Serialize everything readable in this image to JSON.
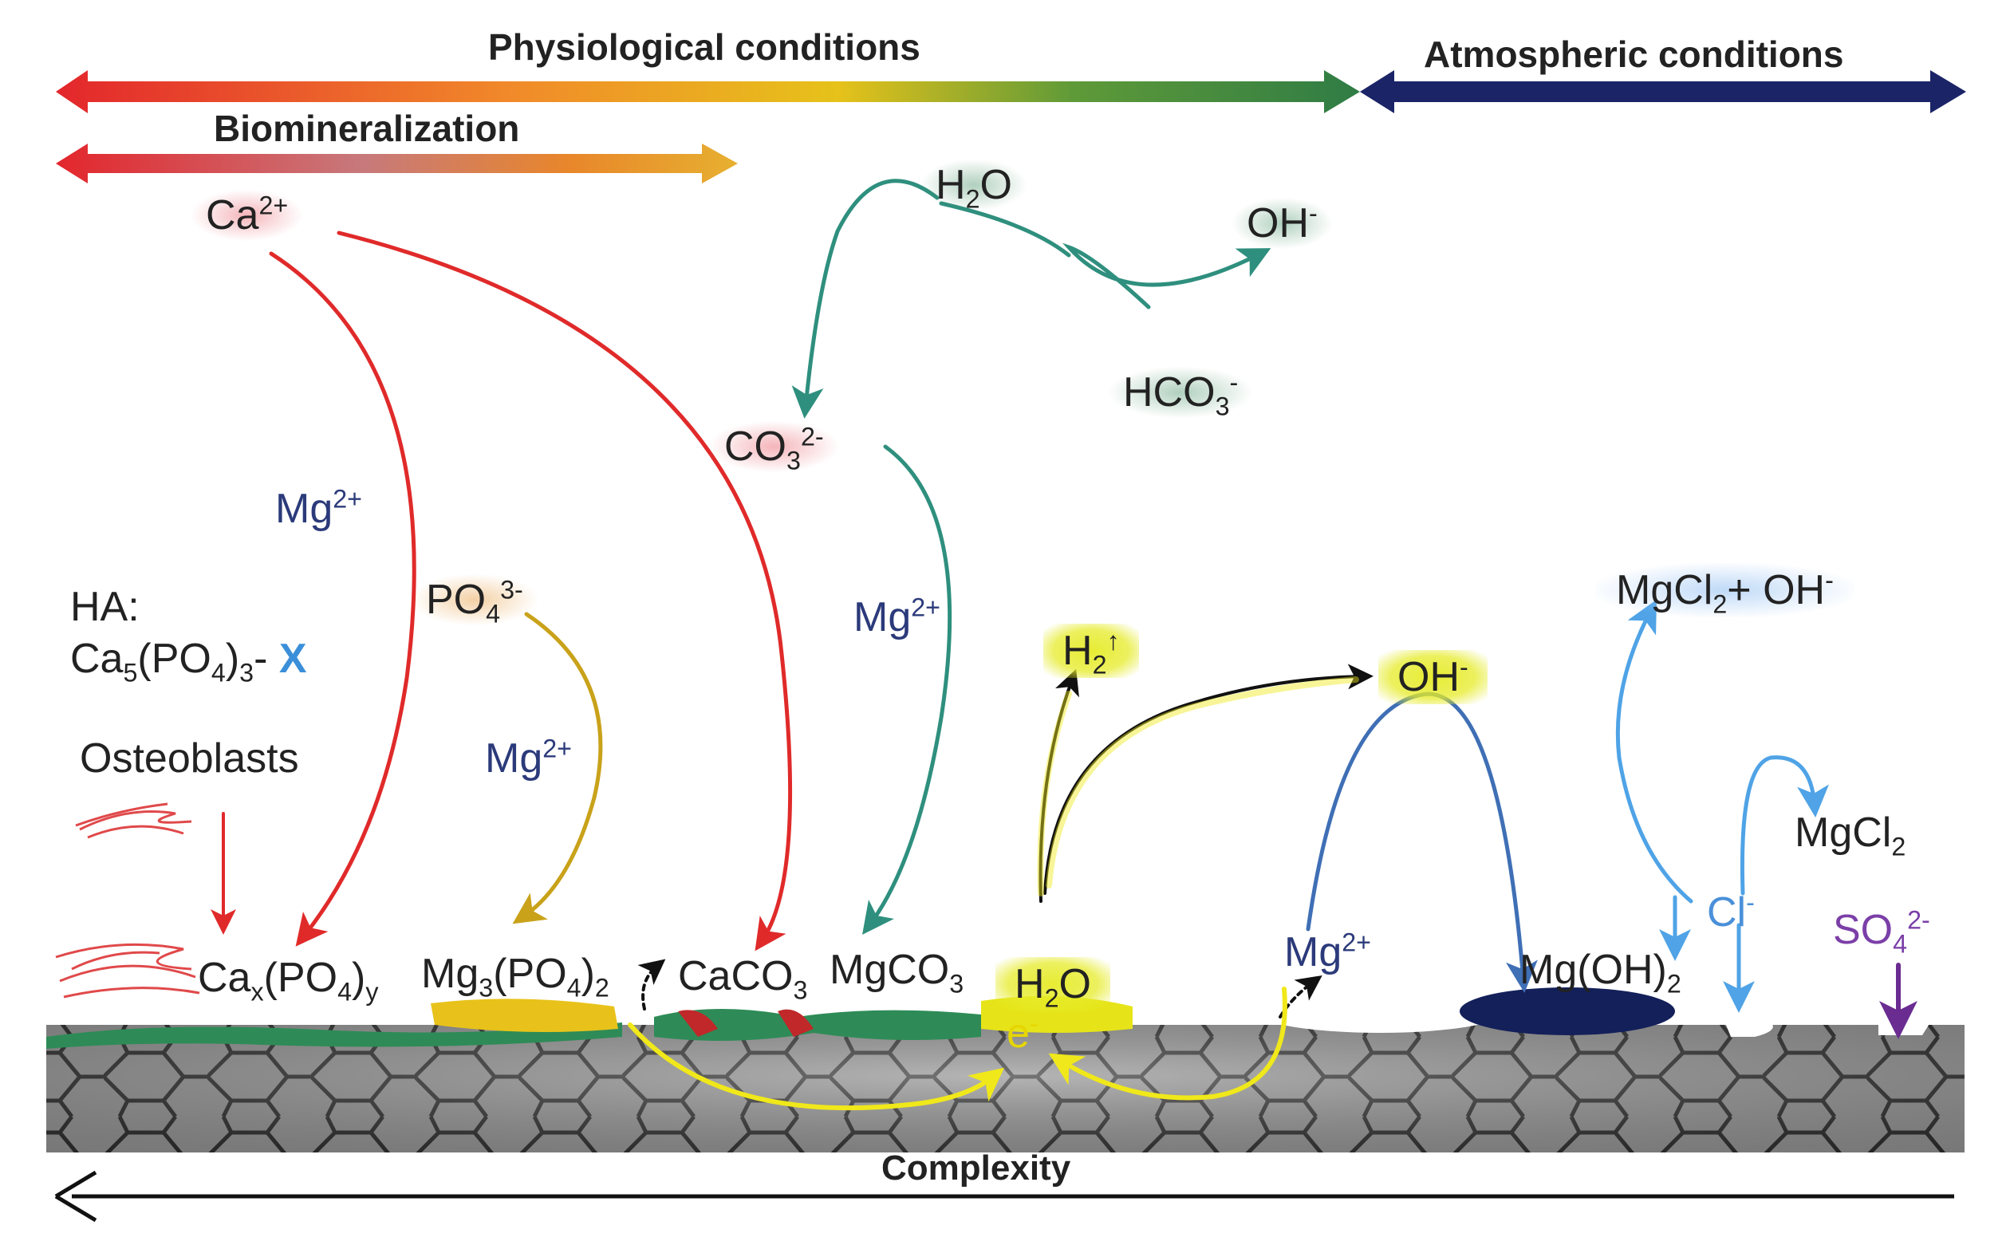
{
  "top_labels": {
    "physiological": "Physiological  conditions",
    "atmospheric": "Atmospheric conditions",
    "biomineralization": "Biomineralization",
    "complexity": "Complexity"
  },
  "species": {
    "ca": {
      "base": "Ca",
      "sup": "2+"
    },
    "h2o_top": {
      "pre": "H",
      "sub": "2",
      "post": "O"
    },
    "oh_top": {
      "base": "OH",
      "sup": "-"
    },
    "hco3": {
      "pre": "HCO",
      "sub": "3",
      "sup": "-"
    },
    "co3": {
      "pre": "CO",
      "sub": "3",
      "sup": "2-"
    },
    "mg_left": {
      "base": "Mg",
      "sup": "2+"
    },
    "po4": {
      "pre": "PO",
      "sub": "4",
      "sup": "3-"
    },
    "mg_mid": {
      "base": "Mg",
      "sup": "2+"
    },
    "mg_po4_arrow": {
      "base": "Mg",
      "sup": "2+"
    },
    "h2_gas": {
      "pre": "H",
      "sub": "2",
      "sup": "↑"
    },
    "oh_yellow": {
      "base": "OH",
      "sup": "-"
    },
    "mgcl2_oh": {
      "pre": "MgCl",
      "sub": "2",
      "post": "+ OH",
      "sup": "-"
    },
    "mgcl2": {
      "pre": "MgCl",
      "sub": "2"
    },
    "cl": {
      "base": "Cl",
      "sup": "-"
    },
    "so4": {
      "pre": "SO",
      "sub": "4",
      "sup": "2-"
    },
    "mg_surface": {
      "base": "Mg",
      "sup": "2+"
    },
    "mgoh2": {
      "pre": "Mg(OH)",
      "sub": "2"
    },
    "h2o_surface": {
      "pre": "H",
      "sub": "2",
      "post": "O"
    },
    "electron": {
      "base": "e",
      "sup": "-"
    },
    "caxpo4y": {
      "pre": "Ca",
      "sub1": "x",
      "mid": "(PO",
      "sub2": "4",
      "mid2": ")",
      "sub3": "y"
    },
    "mg3po42": {
      "pre": "Mg",
      "sub1": "3",
      "mid": "(PO",
      "sub2": "4",
      "mid2": ")",
      "sub3": "2"
    },
    "caco3": {
      "pre": "CaCO",
      "sub": "3"
    },
    "mgco3": {
      "pre": "MgCO",
      "sub": "3"
    }
  },
  "ha": {
    "line1": "HA:",
    "line2_pre": "Ca",
    "line2_sub1": "5",
    "line2_mid": "(PO",
    "line2_sub2": "4",
    "line2_mid2": ")",
    "line2_sub3": "3",
    "line2_dash": "- ",
    "line2_x": "X"
  },
  "osteoblasts": "Osteoblasts",
  "colors": {
    "red": "#e02a2a",
    "green": "#2e8b57",
    "teal": "#2f8f7e",
    "navy": "#1a2466",
    "yellow": "#f0e81a",
    "mustard": "#c9a21a",
    "blue": "#3f6fb5",
    "lightblue": "#4fa3e6",
    "purple": "#6a2c91"
  }
}
